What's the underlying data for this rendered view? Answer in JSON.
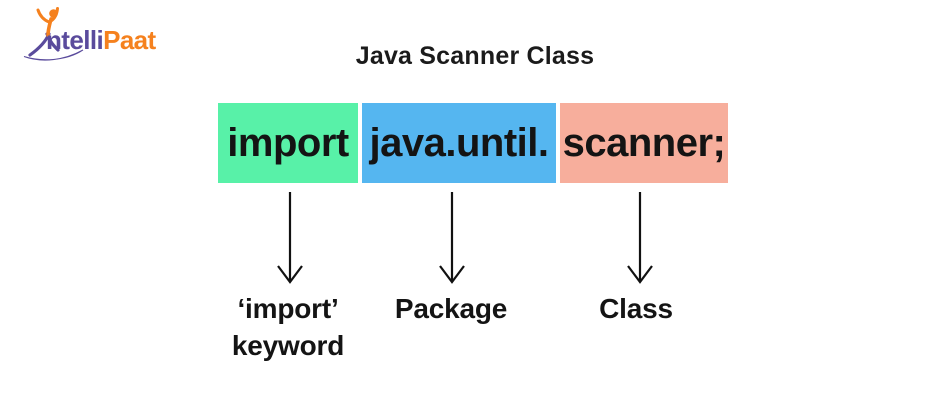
{
  "brand": {
    "name_prefix": "ntelli",
    "name_suffix": "Paat",
    "purple": "#5a4b9c",
    "orange": "#f5811e"
  },
  "title": "Java Scanner Class",
  "diagram": {
    "text_color": "#141414",
    "code_boxes": [
      {
        "text": "import",
        "bg": "#58f1a8",
        "label_line1": "‘import’",
        "label_line2": "keyword"
      },
      {
        "text": "java.until.",
        "bg": "#55b6f0",
        "label_line1": "Package",
        "label_line2": ""
      },
      {
        "text": "scanner;",
        "bg": "#f7ae9c",
        "label_line1": "Class",
        "label_line2": ""
      }
    ]
  }
}
